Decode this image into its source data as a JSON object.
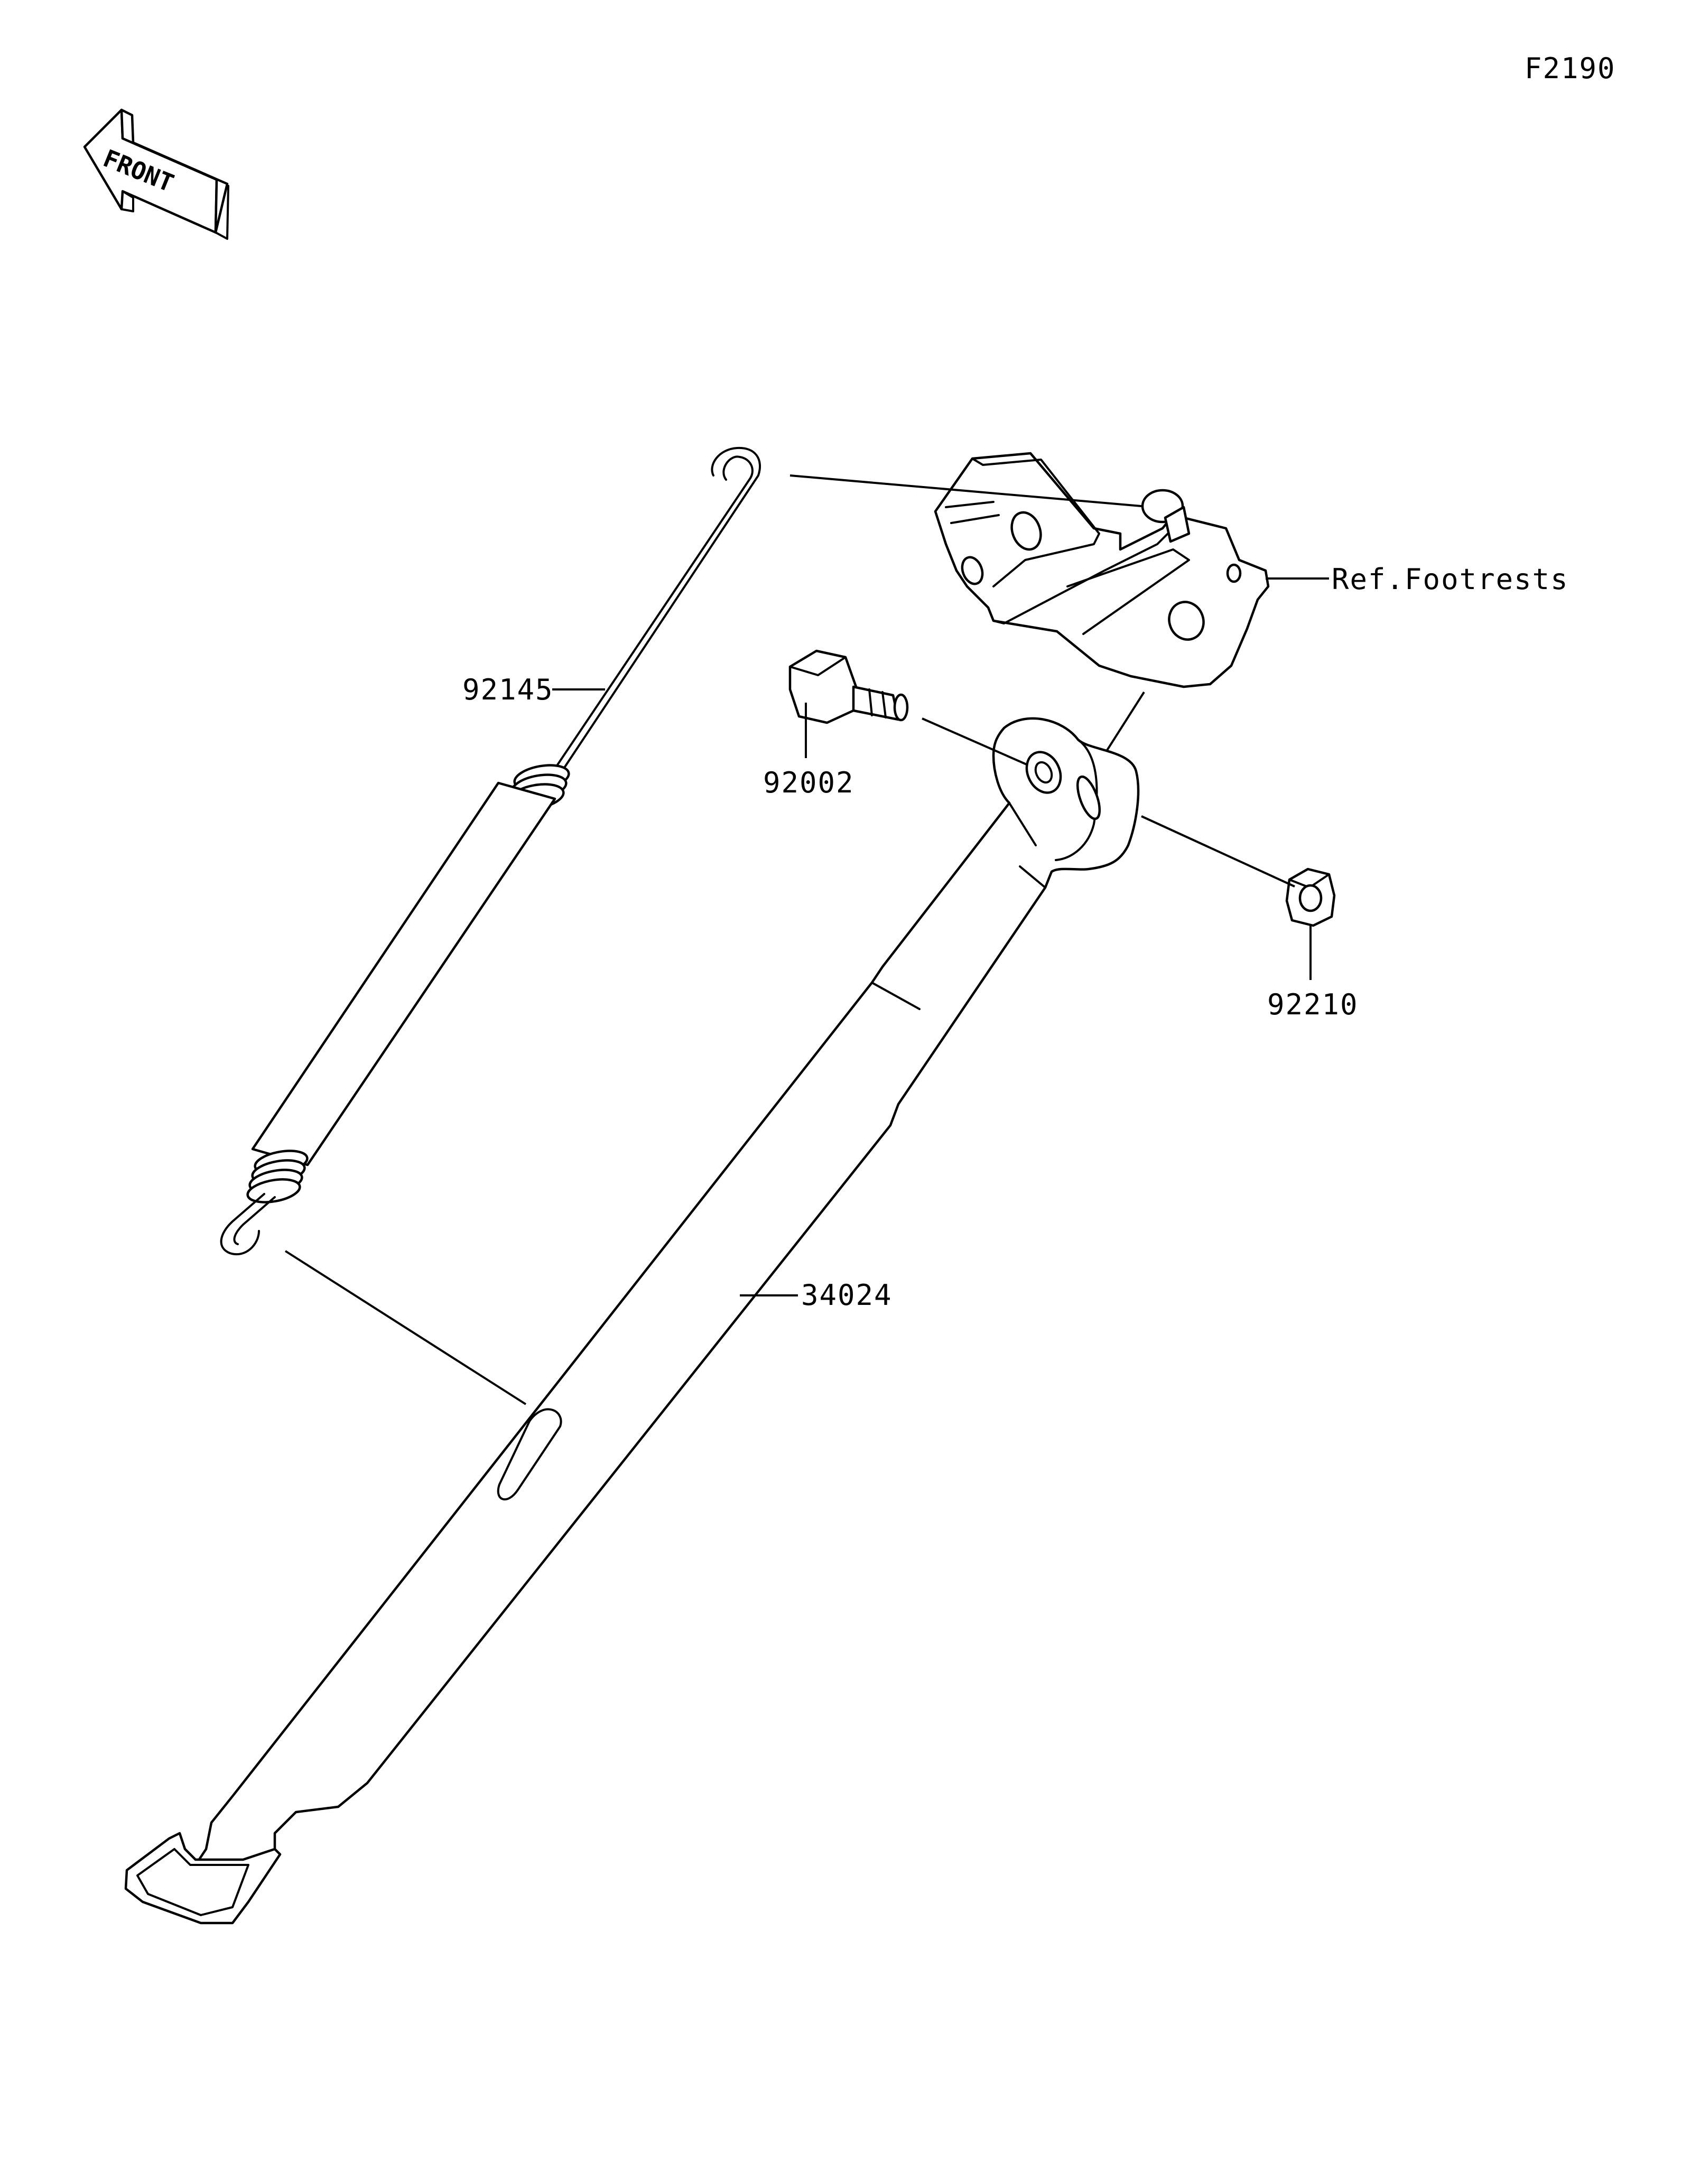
{
  "figure_code": "F2190",
  "front_indicator": {
    "text": "FRONT",
    "icon": "front-arrow-icon"
  },
  "parts": [
    {
      "number": "92145",
      "part": "return spring"
    },
    {
      "number": "92002",
      "part": "bolt"
    },
    {
      "number": "92210",
      "part": "nut"
    },
    {
      "number": "34024",
      "part": "side stand"
    }
  ],
  "reference": {
    "text": "Ref.Footrests",
    "part": "footrest bracket"
  }
}
